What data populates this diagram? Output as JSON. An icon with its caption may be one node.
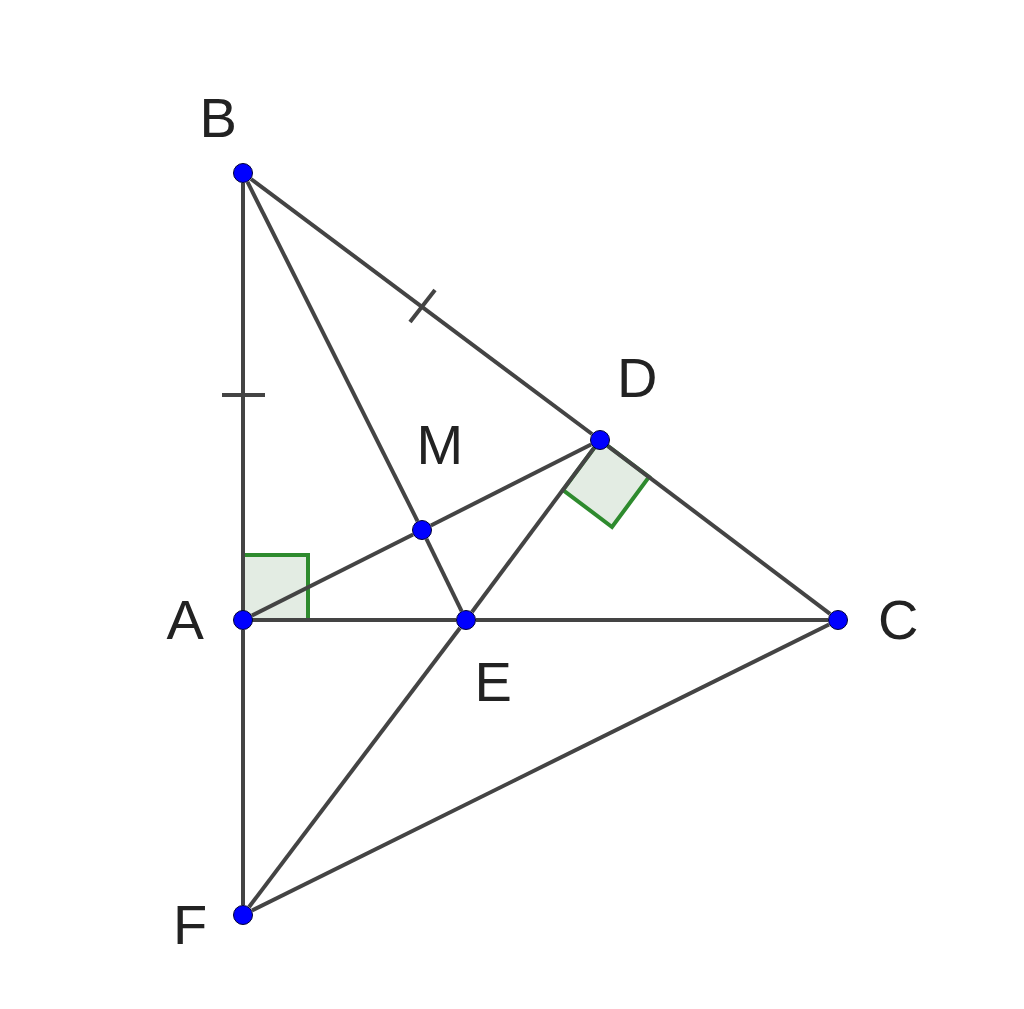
{
  "diagram": {
    "nodes": [
      {
        "text": [
          "B"
        ]
      },
      {
        "text": [
          "D"
        ]
      },
      {
        "text": [
          "M"
        ]
      },
      {
        "text": [
          "A"
        ]
      },
      {
        "text": [
          "E"
        ]
      },
      {
        "text": [
          "C"
        ]
      },
      {
        "text": [
          "F"
        ]
      }
    ],
    "edges": [
      {
        "from": 0,
        "to": 3,
        "arrow": "none"
      },
      {
        "from": 3,
        "to": 6,
        "arrow": "none"
      },
      {
        "from": 0,
        "to": 1,
        "arrow": "none"
      },
      {
        "from": 1,
        "to": 5,
        "arrow": "none"
      },
      {
        "from": 0,
        "to": 2,
        "arrow": "none"
      },
      {
        "from": 2,
        "to": 4,
        "arrow": "none"
      },
      {
        "from": 3,
        "to": 2,
        "arrow": "none"
      },
      {
        "from": 2,
        "to": 1,
        "arrow": "none"
      },
      {
        "from": 3,
        "to": 4,
        "arrow": "none"
      },
      {
        "from": 4,
        "to": 5,
        "arrow": "none"
      },
      {
        "from": 1,
        "to": 4,
        "arrow": "none"
      },
      {
        "from": 4,
        "to": 6,
        "arrow": "none"
      },
      {
        "from": 6,
        "to": 5,
        "arrow": "none"
      }
    ]
  }
}
